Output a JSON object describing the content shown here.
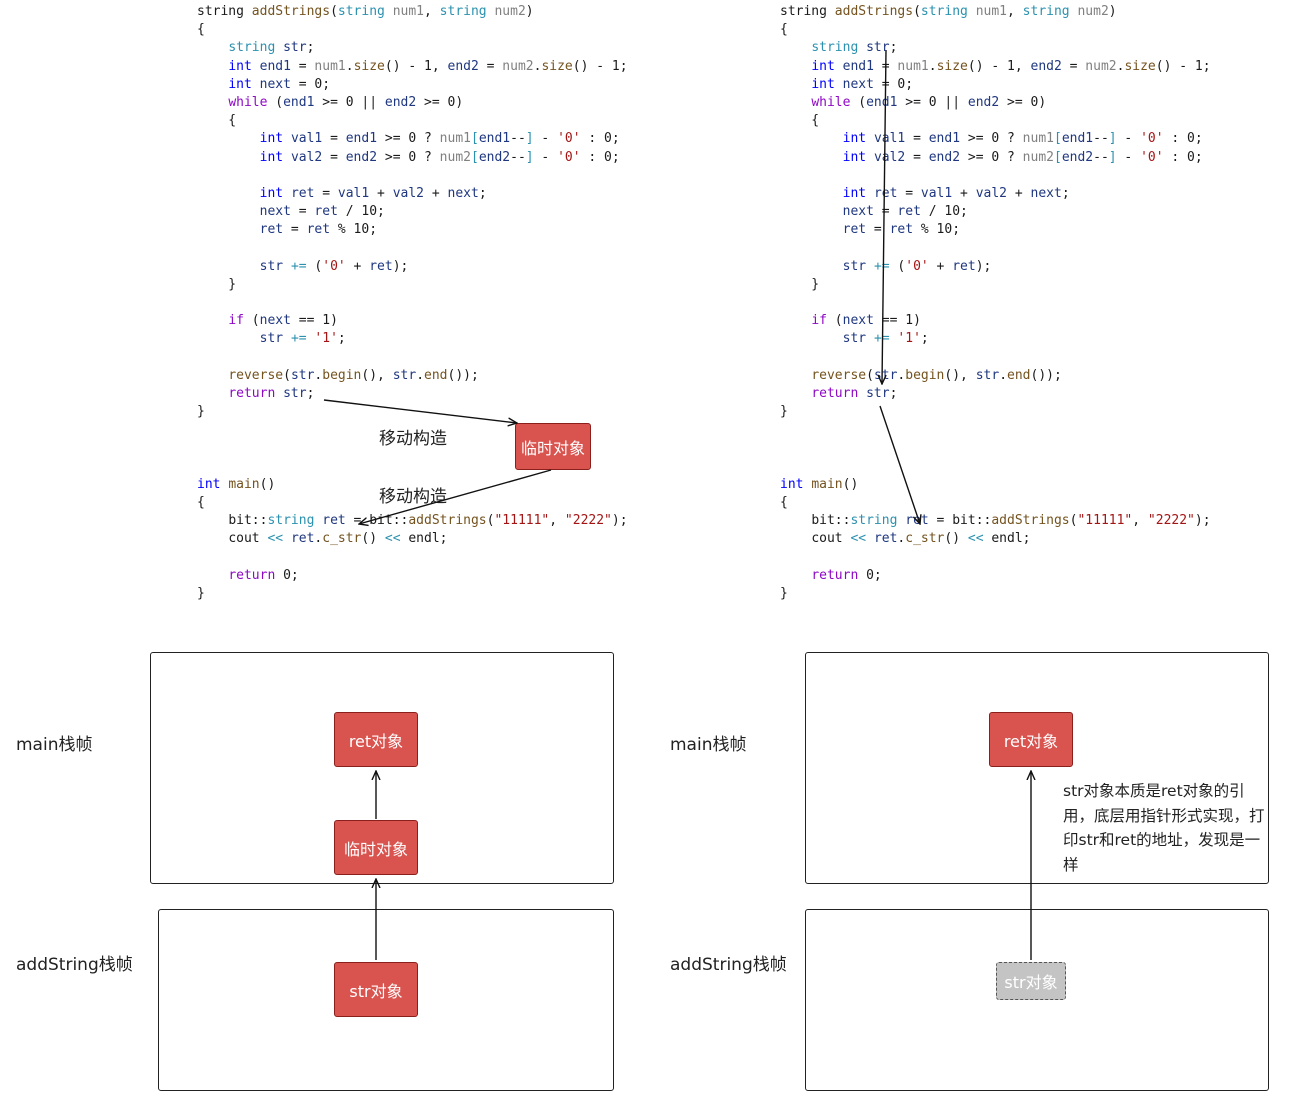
{
  "code_lines": [
    [
      {
        "c": "n",
        "t": "string "
      },
      {
        "c": "f",
        "t": "addStrings"
      },
      {
        "c": "p",
        "t": "("
      },
      {
        "c": "ty",
        "t": "string"
      },
      {
        "c": "p",
        "t": " "
      },
      {
        "c": "g",
        "t": "num1"
      },
      {
        "c": "p",
        "t": ", "
      },
      {
        "c": "ty",
        "t": "string"
      },
      {
        "c": "p",
        "t": " "
      },
      {
        "c": "g",
        "t": "num2"
      },
      {
        "c": "p",
        "t": ")"
      }
    ],
    [
      {
        "c": "p",
        "t": "{"
      }
    ],
    [
      {
        "c": "p",
        "t": "    "
      },
      {
        "c": "ty",
        "t": "string"
      },
      {
        "c": "p",
        "t": " "
      },
      {
        "c": "v",
        "t": "str"
      },
      {
        "c": "p",
        "t": ";"
      }
    ],
    [
      {
        "c": "p",
        "t": "    "
      },
      {
        "c": "t",
        "t": "int"
      },
      {
        "c": "p",
        "t": " "
      },
      {
        "c": "v",
        "t": "end1"
      },
      {
        "c": "p",
        "t": " = "
      },
      {
        "c": "g",
        "t": "num1"
      },
      {
        "c": "p",
        "t": "."
      },
      {
        "c": "f",
        "t": "size"
      },
      {
        "c": "p",
        "t": "() - 1, "
      },
      {
        "c": "v",
        "t": "end2"
      },
      {
        "c": "p",
        "t": " = "
      },
      {
        "c": "g",
        "t": "num2"
      },
      {
        "c": "p",
        "t": "."
      },
      {
        "c": "f",
        "t": "size"
      },
      {
        "c": "p",
        "t": "() - 1;"
      }
    ],
    [
      {
        "c": "p",
        "t": "    "
      },
      {
        "c": "t",
        "t": "int"
      },
      {
        "c": "p",
        "t": " "
      },
      {
        "c": "v",
        "t": "next"
      },
      {
        "c": "p",
        "t": " = 0;"
      }
    ],
    [
      {
        "c": "p",
        "t": "    "
      },
      {
        "c": "k",
        "t": "while"
      },
      {
        "c": "p",
        "t": " ("
      },
      {
        "c": "v",
        "t": "end1"
      },
      {
        "c": "p",
        "t": " >= 0 || "
      },
      {
        "c": "v",
        "t": "end2"
      },
      {
        "c": "p",
        "t": " >= 0)"
      }
    ],
    [
      {
        "c": "p",
        "t": "    {"
      }
    ],
    [
      {
        "c": "p",
        "t": "        "
      },
      {
        "c": "t",
        "t": "int"
      },
      {
        "c": "p",
        "t": " "
      },
      {
        "c": "v",
        "t": "val1"
      },
      {
        "c": "p",
        "t": " = "
      },
      {
        "c": "v",
        "t": "end1"
      },
      {
        "c": "p",
        "t": " >= 0 ? "
      },
      {
        "c": "g",
        "t": "num1"
      },
      {
        "c": "ty",
        "t": "["
      },
      {
        "c": "v",
        "t": "end1"
      },
      {
        "c": "p",
        "t": "--"
      },
      {
        "c": "ty",
        "t": "]"
      },
      {
        "c": "p",
        "t": " - "
      },
      {
        "c": "s",
        "t": "'0'"
      },
      {
        "c": "p",
        "t": " : 0;"
      }
    ],
    [
      {
        "c": "p",
        "t": "        "
      },
      {
        "c": "t",
        "t": "int"
      },
      {
        "c": "p",
        "t": " "
      },
      {
        "c": "v",
        "t": "val2"
      },
      {
        "c": "p",
        "t": " = "
      },
      {
        "c": "v",
        "t": "end2"
      },
      {
        "c": "p",
        "t": " >= 0 ? "
      },
      {
        "c": "g",
        "t": "num2"
      },
      {
        "c": "ty",
        "t": "["
      },
      {
        "c": "v",
        "t": "end2"
      },
      {
        "c": "p",
        "t": "--"
      },
      {
        "c": "ty",
        "t": "]"
      },
      {
        "c": "p",
        "t": " - "
      },
      {
        "c": "s",
        "t": "'0'"
      },
      {
        "c": "p",
        "t": " : 0;"
      }
    ],
    [
      {
        "c": "p",
        "t": ""
      }
    ],
    [
      {
        "c": "p",
        "t": "        "
      },
      {
        "c": "t",
        "t": "int"
      },
      {
        "c": "p",
        "t": " "
      },
      {
        "c": "v",
        "t": "ret"
      },
      {
        "c": "p",
        "t": " = "
      },
      {
        "c": "v",
        "t": "val1"
      },
      {
        "c": "p",
        "t": " + "
      },
      {
        "c": "v",
        "t": "val2"
      },
      {
        "c": "p",
        "t": " + "
      },
      {
        "c": "v",
        "t": "next"
      },
      {
        "c": "p",
        "t": ";"
      }
    ],
    [
      {
        "c": "p",
        "t": "        "
      },
      {
        "c": "v",
        "t": "next"
      },
      {
        "c": "p",
        "t": " = "
      },
      {
        "c": "v",
        "t": "ret"
      },
      {
        "c": "p",
        "t": " / 10;"
      }
    ],
    [
      {
        "c": "p",
        "t": "        "
      },
      {
        "c": "v",
        "t": "ret"
      },
      {
        "c": "p",
        "t": " = "
      },
      {
        "c": "v",
        "t": "ret"
      },
      {
        "c": "p",
        "t": " % 10;"
      }
    ],
    [
      {
        "c": "p",
        "t": ""
      }
    ],
    [
      {
        "c": "p",
        "t": "        "
      },
      {
        "c": "v",
        "t": "str"
      },
      {
        "c": "p",
        "t": " "
      },
      {
        "c": "ty",
        "t": "+="
      },
      {
        "c": "p",
        "t": " ("
      },
      {
        "c": "s",
        "t": "'0'"
      },
      {
        "c": "p",
        "t": " + "
      },
      {
        "c": "v",
        "t": "ret"
      },
      {
        "c": "p",
        "t": ");"
      }
    ],
    [
      {
        "c": "p",
        "t": "    }"
      }
    ],
    [
      {
        "c": "p",
        "t": ""
      }
    ],
    [
      {
        "c": "p",
        "t": "    "
      },
      {
        "c": "k",
        "t": "if"
      },
      {
        "c": "p",
        "t": " ("
      },
      {
        "c": "v",
        "t": "next"
      },
      {
        "c": "p",
        "t": " == 1)"
      }
    ],
    [
      {
        "c": "p",
        "t": "        "
      },
      {
        "c": "v",
        "t": "str"
      },
      {
        "c": "p",
        "t": " "
      },
      {
        "c": "ty",
        "t": "+="
      },
      {
        "c": "p",
        "t": " "
      },
      {
        "c": "s",
        "t": "'1'"
      },
      {
        "c": "p",
        "t": ";"
      }
    ],
    [
      {
        "c": "p",
        "t": ""
      }
    ],
    [
      {
        "c": "p",
        "t": "    "
      },
      {
        "c": "f",
        "t": "reverse"
      },
      {
        "c": "p",
        "t": "("
      },
      {
        "c": "v",
        "t": "str"
      },
      {
        "c": "p",
        "t": "."
      },
      {
        "c": "f",
        "t": "begin"
      },
      {
        "c": "p",
        "t": "(), "
      },
      {
        "c": "v",
        "t": "str"
      },
      {
        "c": "p",
        "t": "."
      },
      {
        "c": "f",
        "t": "end"
      },
      {
        "c": "p",
        "t": "());"
      }
    ],
    [
      {
        "c": "p",
        "t": "    "
      },
      {
        "c": "k",
        "t": "return"
      },
      {
        "c": "p",
        "t": " "
      },
      {
        "c": "v",
        "t": "str"
      },
      {
        "c": "p",
        "t": ";"
      }
    ],
    [
      {
        "c": "p",
        "t": "}"
      }
    ],
    [
      {
        "c": "p",
        "t": ""
      }
    ],
    [
      {
        "c": "p",
        "t": ""
      }
    ],
    [
      {
        "c": "p",
        "t": ""
      }
    ],
    [
      {
        "c": "t",
        "t": "int"
      },
      {
        "c": "p",
        "t": " "
      },
      {
        "c": "f",
        "t": "main"
      },
      {
        "c": "p",
        "t": "()"
      }
    ],
    [
      {
        "c": "p",
        "t": "{"
      }
    ],
    [
      {
        "c": "p",
        "t": "    "
      },
      {
        "c": "n",
        "t": "bit"
      },
      {
        "c": "p",
        "t": "::"
      },
      {
        "c": "ty",
        "t": "string"
      },
      {
        "c": "p",
        "t": " "
      },
      {
        "c": "v",
        "t": "ret"
      },
      {
        "c": "p",
        "t": " = "
      },
      {
        "c": "n",
        "t": "bit"
      },
      {
        "c": "p",
        "t": "::"
      },
      {
        "c": "f",
        "t": "addStrings"
      },
      {
        "c": "p",
        "t": "("
      },
      {
        "c": "s",
        "t": "\"11111\""
      },
      {
        "c": "p",
        "t": ", "
      },
      {
        "c": "s",
        "t": "\"2222\""
      },
      {
        "c": "p",
        "t": ");"
      }
    ],
    [
      {
        "c": "p",
        "t": "    "
      },
      {
        "c": "n",
        "t": "cout"
      },
      {
        "c": "p",
        "t": " "
      },
      {
        "c": "ty",
        "t": "<<"
      },
      {
        "c": "p",
        "t": " "
      },
      {
        "c": "v",
        "t": "ret"
      },
      {
        "c": "p",
        "t": "."
      },
      {
        "c": "f",
        "t": "c_str"
      },
      {
        "c": "p",
        "t": "() "
      },
      {
        "c": "ty",
        "t": "<<"
      },
      {
        "c": "p",
        "t": " "
      },
      {
        "c": "n",
        "t": "endl"
      },
      {
        "c": "p",
        "t": ";"
      }
    ],
    [
      {
        "c": "p",
        "t": ""
      }
    ],
    [
      {
        "c": "p",
        "t": "    "
      },
      {
        "c": "k",
        "t": "return"
      },
      {
        "c": "p",
        "t": " 0;"
      }
    ],
    [
      {
        "c": "p",
        "t": "}"
      }
    ]
  ],
  "code_colors": {
    "keyword": "#0000ff",
    "type": "#2b91af",
    "local": "#1f377f",
    "func": "#74531f",
    "string": "#a31515",
    "control": "#8f08c4",
    "param": "#808080"
  },
  "left_panel": {
    "move_label_1": "移动构造",
    "move_label_2": "移动构造",
    "temp_box": "临时对象",
    "main_frame_label": "main栈帧",
    "add_frame_label": "addString栈帧",
    "ret_box": "ret对象",
    "temp_stack_box": "临时对象",
    "str_box": "str对象"
  },
  "right_panel": {
    "main_frame_label": "main栈帧",
    "add_frame_label": "addString栈帧",
    "ret_box": "ret对象",
    "str_box": "str对象",
    "note": "str对象本质是ret对象的引用，底层用指针形式实现，打印str和ret的地址，发现是一样"
  },
  "colors": {
    "box_fill": "#d9534f",
    "box_border": "#8b1f1c",
    "ghost_fill": "#c4c4c4",
    "arrow": "#111111"
  }
}
